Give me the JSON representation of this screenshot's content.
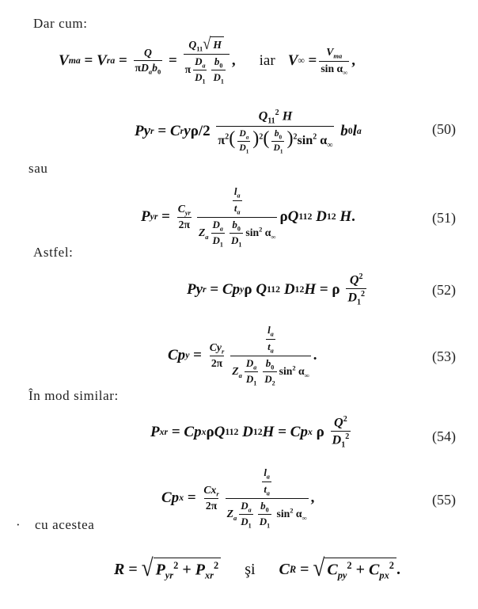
{
  "text": {
    "dar_cum": "Dar cum:",
    "iar": "iar",
    "sau": "sau",
    "astfel": "Astfel:",
    "in_mod_similar": "În mod similar:",
    "cu_acestea": "cu acestea",
    "si": "şi"
  },
  "equations": {
    "eq50": "(50)",
    "eq51": "(51)",
    "eq52": "(52)",
    "eq53": "(53)",
    "eq54": "(54)",
    "eq55": "(55)"
  }
}
